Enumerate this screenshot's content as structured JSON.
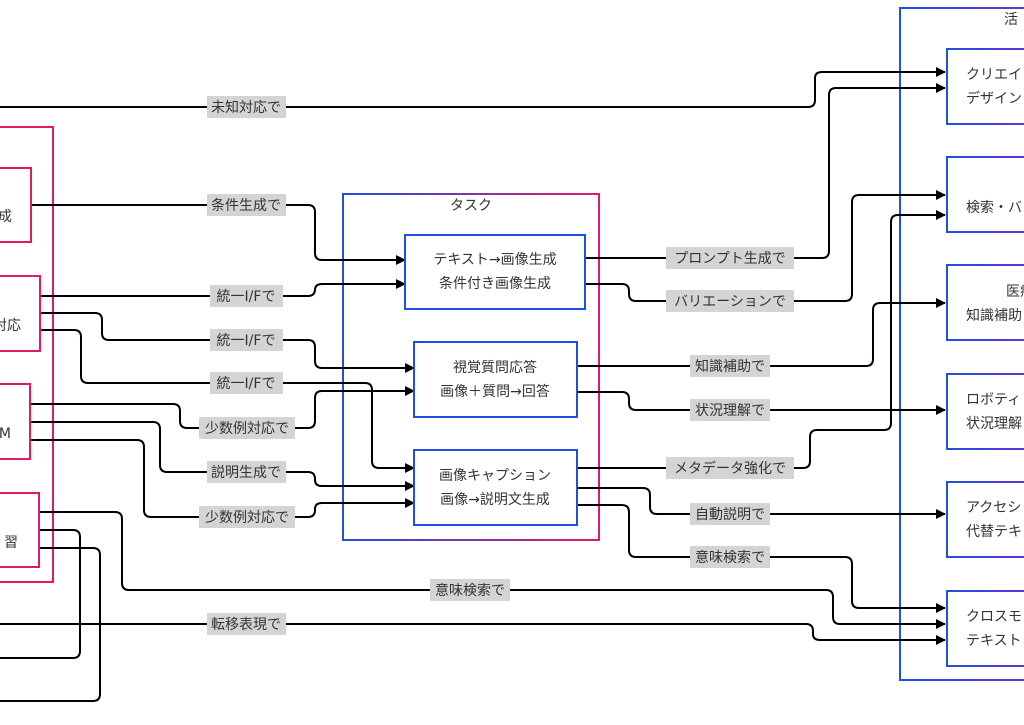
{
  "colors": {
    "left_group_border": "#e0196b",
    "task_group_border_a": "#2050e0",
    "task_group_border_b": "#e0196b",
    "right_group_border_a": "#2050e0",
    "right_group_border_b": "#7030d0",
    "task_node_border": "#1f4fe0",
    "right_node_border_a": "#2050e0",
    "right_node_border_b": "#7030d0",
    "edge": "#000000",
    "label_bg": "#d4d4d4"
  },
  "groups": {
    "task_title": "タスク",
    "right_title_partial": "活"
  },
  "left_nodes": [
    {
      "id": "L1",
      "text": "成"
    },
    {
      "id": "L2",
      "text": "対応"
    },
    {
      "id": "L3",
      "text": "M"
    },
    {
      "id": "L4",
      "text": "習"
    }
  ],
  "task_nodes": [
    {
      "id": "T1",
      "lines": [
        "テキスト→画像生成",
        "条件付き画像生成"
      ]
    },
    {
      "id": "T2",
      "lines": [
        "視覚質問応答",
        "画像＋質問→回答"
      ]
    },
    {
      "id": "T3",
      "lines": [
        "画像キャプション",
        "画像→説明文生成"
      ]
    }
  ],
  "right_nodes": [
    {
      "id": "R1",
      "lines": [
        "クリエイ",
        "デザイン"
      ]
    },
    {
      "id": "R2",
      "lines": [
        "検索・バ"
      ]
    },
    {
      "id": "R3",
      "lines": [
        "医療",
        "知識補助"
      ]
    },
    {
      "id": "R4",
      "lines": [
        "ロボティ",
        "状況理解"
      ]
    },
    {
      "id": "R5",
      "lines": [
        "アクセシ",
        "代替テキ"
      ]
    },
    {
      "id": "R6",
      "lines": [
        "クロスモ",
        "テキスト"
      ]
    }
  ],
  "edge_labels": [
    {
      "id": "e1",
      "text": "未知対応で"
    },
    {
      "id": "e2",
      "text": "条件生成で"
    },
    {
      "id": "e3",
      "text": "統一I/Fで"
    },
    {
      "id": "e4",
      "text": "統一I/Fで"
    },
    {
      "id": "e5",
      "text": "統一I/Fで"
    },
    {
      "id": "e6",
      "text": "少数例対応で"
    },
    {
      "id": "e7",
      "text": "説明生成で"
    },
    {
      "id": "e8",
      "text": "少数例対応で"
    },
    {
      "id": "e9",
      "text": "意味検索で"
    },
    {
      "id": "e10",
      "text": "転移表現で"
    },
    {
      "id": "e11",
      "text": "プロンプト生成で"
    },
    {
      "id": "e12",
      "text": "バリエーションで"
    },
    {
      "id": "e13",
      "text": "知識補助で"
    },
    {
      "id": "e14",
      "text": "状況理解で"
    },
    {
      "id": "e15",
      "text": "メタデータ強化で"
    },
    {
      "id": "e16",
      "text": "自動説明で"
    },
    {
      "id": "e17",
      "text": "意味検索で"
    }
  ]
}
